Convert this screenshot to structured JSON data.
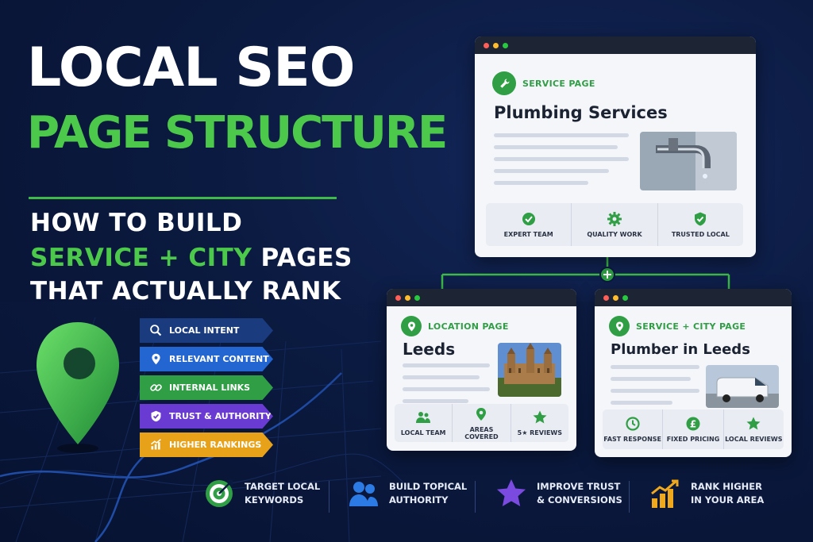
{
  "title": {
    "line1": "LOCAL SEO",
    "line2": "PAGE STRUCTURE",
    "sub1": "HOW TO BUILD",
    "sub2_highlight": "SERVICE + CITY",
    "sub2_rest": " PAGES",
    "sub3": "THAT ACTUALLY RANK"
  },
  "tags": [
    {
      "label": "LOCAL INTENT",
      "icon": "search-icon"
    },
    {
      "label": "RELEVANT CONTENT",
      "icon": "location-pin-icon"
    },
    {
      "label": "INTERNAL LINKS",
      "icon": "link-icon"
    },
    {
      "label": "TRUST & AUTHORITY",
      "icon": "shield-check-icon"
    },
    {
      "label": "HIGHER RANKINGS",
      "icon": "rising-chart-icon"
    }
  ],
  "service_card": {
    "label": "SERVICE PAGE",
    "title": "Plumbing Services",
    "features": [
      "EXPERT TEAM",
      "QUALITY WORK",
      "TRUSTED LOCAL"
    ]
  },
  "location_card": {
    "label": "LOCATION PAGE",
    "title": "Leeds",
    "features": [
      "LOCAL TEAM",
      "AREAS COVERED",
      "5★ REVIEWS"
    ]
  },
  "service_city_card": {
    "label": "SERVICE + CITY PAGE",
    "title": "Plumber in Leeds",
    "features": [
      "FAST RESPONSE",
      "FIXED PRICING",
      "LOCAL REVIEWS"
    ]
  },
  "benefits": [
    {
      "line1": "TARGET LOCAL",
      "line2": "KEYWORDS",
      "icon": "target-icon"
    },
    {
      "line1": "BUILD TOPICAL",
      "line2": "AUTHORITY",
      "icon": "users-icon"
    },
    {
      "line1": "IMPROVE TRUST",
      "line2": "& CONVERSIONS",
      "icon": "star-icon"
    },
    {
      "line1": "RANK HIGHER",
      "line2": "IN YOUR AREA",
      "icon": "bar-chart-icon"
    }
  ],
  "colors": {
    "accent_green": "#4cc94a",
    "background": "#0b1a40",
    "tag_blue_dark": "#1a3b7d",
    "tag_blue": "#2366d1",
    "tag_green": "#2f9e44",
    "tag_purple": "#6a3bd2",
    "tag_orange": "#e8a21a"
  }
}
